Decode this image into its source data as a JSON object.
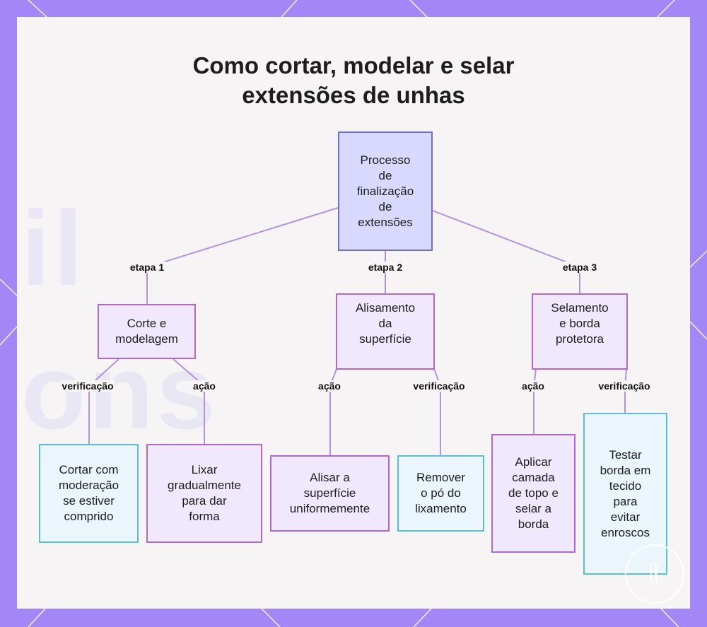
{
  "title": "Como cortar, modelar e selar\nextensões de unhas",
  "nodes": {
    "root": "Processo\nde\nfinalização\nde\nextensões",
    "step1": "Corte e\nmodelagem",
    "step2": "Alisamento\nda\nsuperfície",
    "step3": "Selamento\ne borda\nprotetora",
    "leaf1a": "Cortar com\nmoderação\nse estiver\ncomprido",
    "leaf1b": "Lixar\ngradualmente\npara dar\nforma",
    "leaf2a": "Alisar a\nsuperfície\nuniformemente",
    "leaf2b": "Remover\no pó do\nlixamento",
    "leaf3a": "Aplicar\ncamada\nde topo e\nselar a\nborda",
    "leaf3b": "Testar\nborda em\ntecido\npara\nevitar\nenroscos"
  },
  "edge_labels": {
    "etapa1": "etapa 1",
    "etapa2": "etapa 2",
    "etapa3": "etapa 3",
    "s1_verif": "verificação",
    "s1_acao": "ação",
    "s2_acao": "ação",
    "s2_verif": "verificação",
    "s3_acao": "ação",
    "s3_verif": "verificação"
  },
  "colors": {
    "frame": "#a387f6",
    "root_fill": "#d9d9fd",
    "step_fill": "#f0e8fc",
    "cyan_fill": "#eaf6fb",
    "connector": "#b391e0"
  }
}
